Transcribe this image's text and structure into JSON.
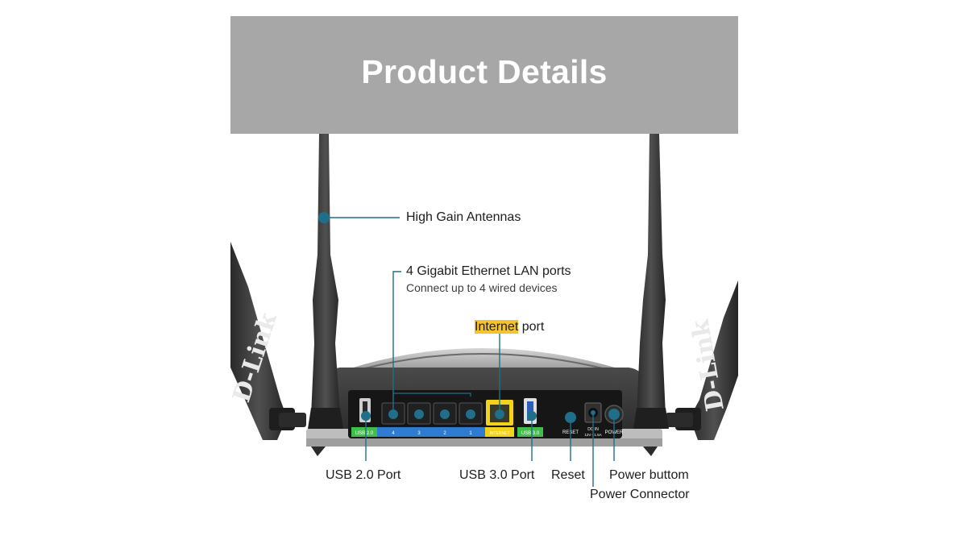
{
  "banner": {
    "title": "Product Details"
  },
  "brand": {
    "logo_text": "D-Link"
  },
  "labels": {
    "antennas": "High Gain Antennas",
    "lan_title": "4 Gigabit Ethernet LAN ports",
    "lan_sub": "Connect up to 4 wired devices",
    "internet_highlight": "Internet",
    "internet_rest": " port",
    "usb2": "USB 2.0 Port",
    "usb3": "USB 3.0 Port",
    "reset": "Reset",
    "power_button": "Power buttom",
    "power_connector": "Power Connector"
  },
  "panel": {
    "usb2": "USB 2.0",
    "lan": [
      "4",
      "3",
      "2",
      "1"
    ],
    "internet": "INTERNET",
    "usb3": "USB 3.0",
    "reset": "RESET",
    "dc_in": "DC IN",
    "dc_spec": "12V ⏓ 1.5A",
    "power": "POWER"
  },
  "colors": {
    "banner": "#a7a7a7",
    "callout": "#1f6f8a",
    "usb_strip": "#3fbf4a",
    "lan_strip": "#2e7bd1",
    "internet_strip": "#f2d21b",
    "highlight": "#f4c430"
  },
  "icons": [
    "callout-dot-icon"
  ]
}
